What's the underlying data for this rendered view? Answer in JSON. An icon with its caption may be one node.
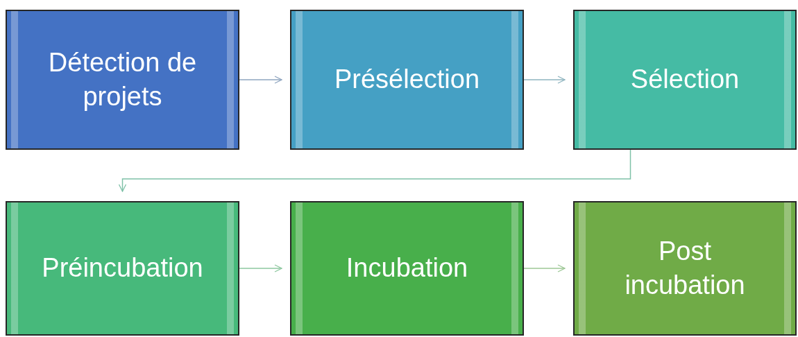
{
  "diagram": {
    "nodes": [
      {
        "text": [
          "Détection de projets"
        ]
      },
      {
        "text": [
          "Présélection"
        ]
      },
      {
        "text": [
          "Sélection"
        ]
      },
      {
        "text": [
          "Préincubation"
        ]
      },
      {
        "text": [
          "Incubation"
        ]
      },
      {
        "text": [
          "Post incubation"
        ]
      }
    ],
    "edges": [
      {
        "from": 0,
        "to": 1,
        "arrow": "to"
      },
      {
        "from": 1,
        "to": 2,
        "arrow": "to"
      },
      {
        "from": 2,
        "to": 3,
        "arrow": "to"
      },
      {
        "from": 3,
        "to": 4,
        "arrow": "to"
      },
      {
        "from": 4,
        "to": 5,
        "arrow": "to"
      }
    ]
  }
}
